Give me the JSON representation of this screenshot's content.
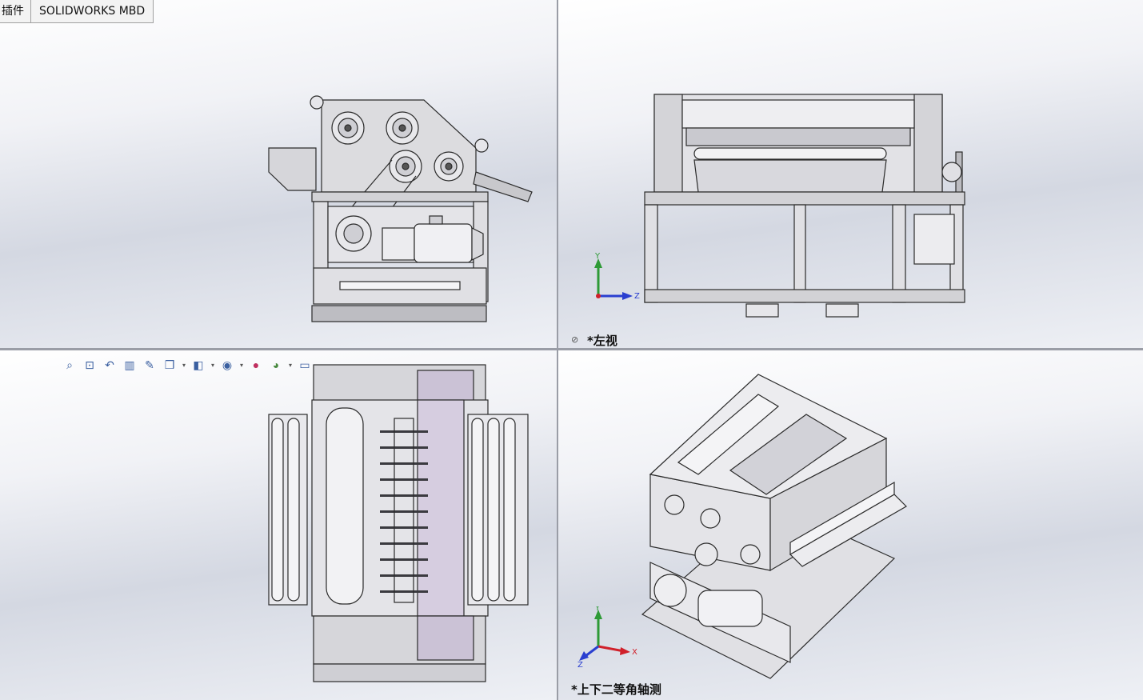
{
  "tabs": [
    {
      "label": "插件"
    },
    {
      "label": "SOLIDWORKS MBD"
    }
  ],
  "viewports": {
    "top_left": {
      "view_label": ""
    },
    "top_right": {
      "view_label": "*左视"
    },
    "bottom_left": {
      "view_label": ""
    },
    "bottom_right": {
      "view_label": "*上下二等角轴测"
    }
  },
  "triad": {
    "x_label": "X",
    "y_label": "Y",
    "z_label": "Z"
  },
  "heads_up_toolbar": [
    {
      "icon": "zoom-to-fit-icon"
    },
    {
      "icon": "zoom-to-area-icon"
    },
    {
      "icon": "previous-view-icon"
    },
    {
      "icon": "section-view-icon"
    },
    {
      "icon": "dynamic-annotation-icon"
    },
    {
      "icon": "view-orientation-icon"
    },
    {
      "icon": "display-style-icon"
    },
    {
      "icon": "hide-show-items-icon"
    },
    {
      "icon": "edit-appearance-icon"
    },
    {
      "icon": "apply-scene-icon"
    },
    {
      "icon": "view-settings-icon"
    }
  ],
  "colors": {
    "line": "#2b2b2b",
    "metal": "#dcdcdf",
    "purple": "#cbc2d6",
    "divider": "#9a9da6",
    "axis_x": "#d0202a",
    "axis_y": "#2e9a36",
    "axis_z": "#2a3fd0"
  }
}
